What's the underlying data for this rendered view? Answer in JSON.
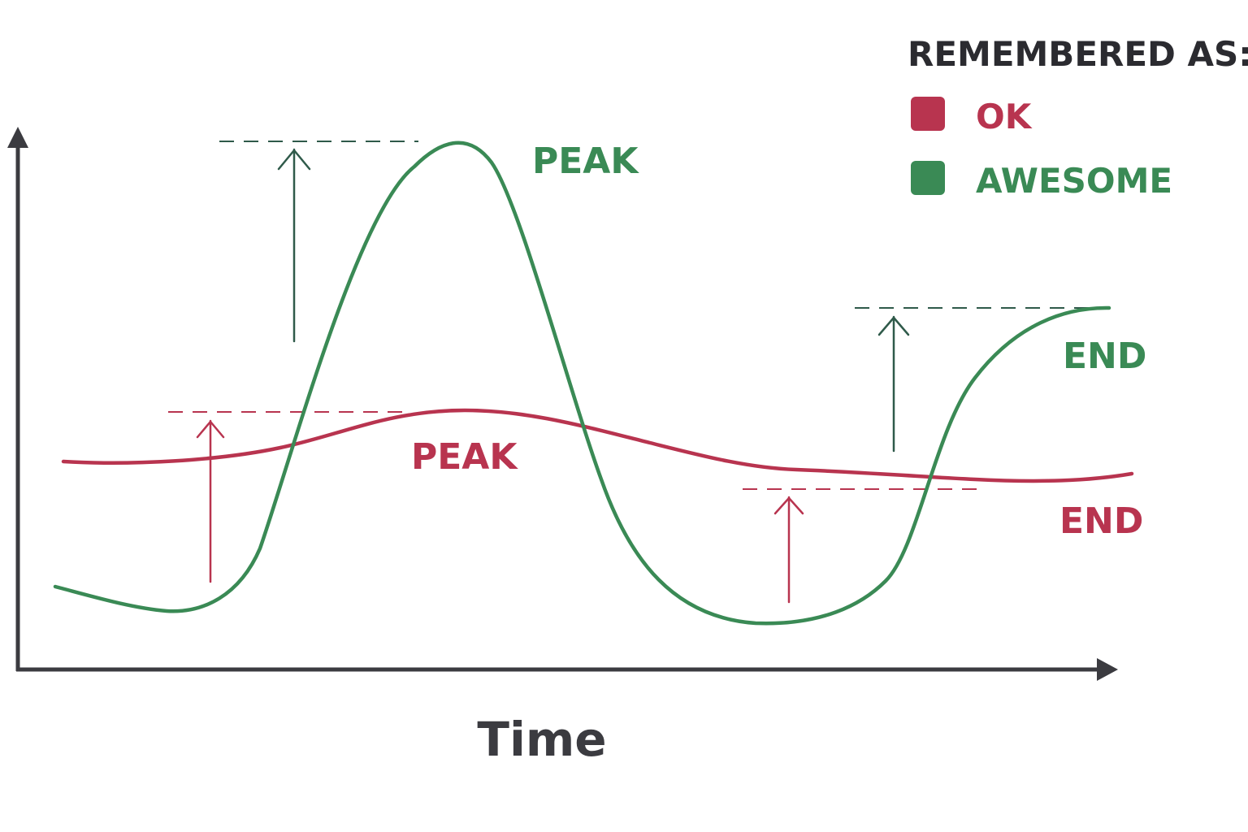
{
  "axes": {
    "x_label": "Time"
  },
  "legend": {
    "title": "REMEMBERED AS:",
    "items": [
      {
        "label": "OK",
        "color": "#b8344f"
      },
      {
        "label": "AWESOME",
        "color": "#3a8a55"
      }
    ]
  },
  "curves": {
    "awesome": {
      "color": "#3a8a55",
      "peak_label": "PEAK",
      "end_label": "END"
    },
    "ok": {
      "color": "#b8344f",
      "peak_label": "PEAK",
      "end_label": "END"
    }
  },
  "colors": {
    "axis": "#3b3b40",
    "guide_green": "#2f5a4a",
    "text_dark": "#2b2b30"
  }
}
